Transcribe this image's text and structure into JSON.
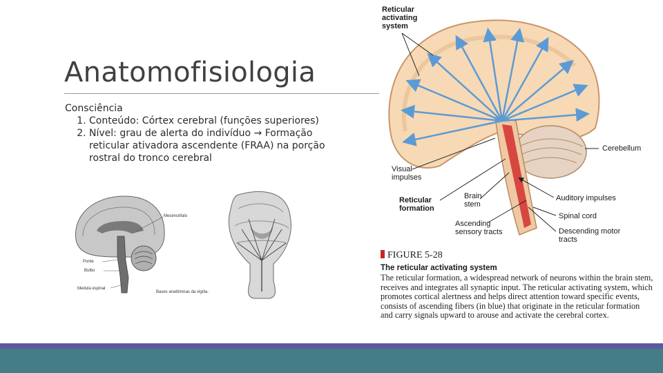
{
  "slide": {
    "title": "Anatomofisiologia",
    "heading": "Consciência",
    "items": [
      "Conteúdo: Córtex cerebral (funções superiores)",
      "Nível: grau de alerta do indivíduo → Formação reticular ativadora ascendente (FRAA) na porção rostral do tronco cerebral"
    ]
  },
  "small_figure": {
    "labels": {
      "mesencefalo": "Mesencéfalo",
      "ponte": "Ponte",
      "bulbo": "Bulbo",
      "medula": "Medula espinal",
      "caption": "Bases anatômicas da vigília."
    }
  },
  "figure": {
    "labels": {
      "ras": "Reticular activating system",
      "cerebellum": "Cerebellum",
      "visual": "Visual impulses",
      "reticular": "Reticular formation",
      "brainstem": "Brain stem",
      "auditory": "Auditory impulses",
      "spinal": "Spinal cord",
      "ascending": "Ascending sensory tracts",
      "descending": "Descending motor tracts"
    },
    "caption_number": "FIGURE 5-28",
    "caption_title": "The reticular activating system",
    "caption_text": "The reticular formation, a widespread network of neurons within the brain stem, receives and integrates all synaptic input. The reticular activating system, which promotes cortical alertness and helps direct attention toward specific events, consists of ascending fibers (in blue) that originate in the reticular formation and carry signals upward to arouse and activate the cerebral cortex."
  },
  "colors": {
    "accent_band": "#447d87",
    "accent_stripe": "#5a5aa0",
    "fiber_blue": "#5b9bd5",
    "tract_red": "#d32f2f"
  }
}
